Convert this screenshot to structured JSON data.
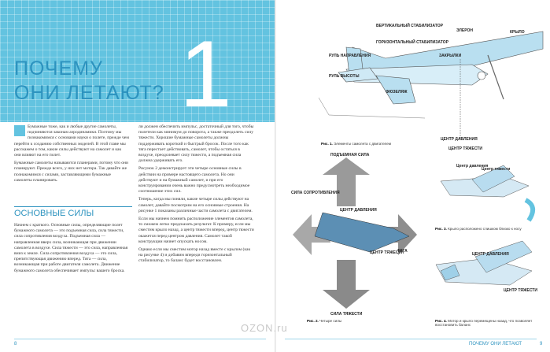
{
  "heading": {
    "line1": "ПОЧЕМУ",
    "line2": "ОНИ ЛЕТАЮТ?",
    "number": "1"
  },
  "intro": {
    "p1": "Бумажные тоже, как и любые другие самолеты, подчиняются законам аэродинамики. Поэтому мы познакомимся с основами науки о полете, прежде чем перейти к созданию собственных моделей. В этой главе мы расскажем о том, какие силы действуют на самолет и как они влияют на его полет.",
    "p2": "Бумажные самолеты называются планерами, потому что они планируют. Прежде всего, у них нет мотора. Так давайте же познакомимся с силами, заставляющими бумажные самолеты планировать."
  },
  "section_title": "ОСНОВНЫЕ СИЛЫ",
  "col2": "Начнем с краткого. Основные силы, определяющие полет бумажного самолета — это подъемная сила, сила тяжести, сила сопротивления воздуха. Подъемная сила — направленная вверх сила, возникающая при движении самолета в воздухе. Сила тяжести — это сила, направленная вниз к земле. Сила сопротивления воздуха — это сила, препятствующая движению вперед. Тяга — сила, возникающая при работе двигателя самолета. Движение бумажного самолета обеспечивает импульс вашего броска.",
  "col3": {
    "p1": "ли должен обеспечить импульс, достаточный для того, чтобы полетели как минимум до поворота, а также преодолеть силу тяжести. Хорошие бумажные самолеты должны поддерживать короткий и быстрый бросок. После того как тяга перестает действовать, самолет, чтобы остаться в воздухе, преодолевает силу тяжести, а подъемная сила должна удерживать его.",
    "p2": "Рисунок 2 демонстрирует эти четыре основные силы в действии на примере настоящего самолета. Но они действуют и на бумажный самолет, и при его конструировании очень важно предусмотреть необходимое соотношение этих сил.",
    "p3": "Теперь, когда мы поняли, какие четыре силы действуют на самолет, давайте посмотрим на его основные строения. На рисунке 1 показаны различные части самолета с двигателем.",
    "p4": "Если мы начнем помнить расположение элементов самолета, то сможем легко предсказать результат. К примеру, если мы сместим крыло назад, а центр тяжести вперед, центр тяжести окажется перед центром давления. Самолет такой конструкции начнет опускать носом.",
    "p5": "Однако если мы сместим мотор назад вместе с крылом (как на рисунке 4) и добавим впереди горизонтальный стабилизатор, то баланс будет восстановлен."
  },
  "fig1": {
    "labels": [
      "ВЕРТИКАЛЬНЫЙ СТАБИЛИЗАТОР",
      "ГОРИЗОНТАЛЬНЫЙ СТАБИЛИЗАТОР",
      "РУЛЬ НАПРАВЛЕНИЯ",
      "РУЛЬ ВЫСОТЫ",
      "ЭЛЕРОН",
      "КРЫЛО",
      "ЗАКРЫЛКИ",
      "ФЮЗЕЛЯЖ",
      "ЦЕНТР ДАВЛЕНИЯ",
      "ЦЕНТР ТЯЖЕСТИ"
    ],
    "caption_num": "Рис. 1.",
    "caption": "Элементы самолета с двигателем"
  },
  "fig2": {
    "lift": "ПОДЪЕМНАЯ СИЛА",
    "drag": "СИЛА СОПРОТИВЛЕНИЯ",
    "thrust": "ТЯГА",
    "gravity": "СИЛА ТЯЖЕСТИ",
    "cp": "ЦЕНТР ДАВЛЕНИЯ",
    "cg": "ЦЕНТР ТЯЖЕСТИ",
    "caption_num": "Рис. 2.",
    "caption": "Четыре силы"
  },
  "fig3": {
    "cp": "Центр давления",
    "cg": "Центр тяжести",
    "caption_num": "Рис. 3.",
    "caption": "Крыло расположено слишком близко к носу"
  },
  "fig4": {
    "cp": "ЦЕНТР ДАВЛЕНИЯ",
    "cg": "ЦЕНТР ТЯЖЕСТИ",
    "caption_num": "Рис. 4.",
    "caption": "Мотор и крыло перемещены назад, что позволяет восстановить баланс"
  },
  "folio_left": "8",
  "folio_right_text": "ПОЧЕМУ ОНИ ЛЕТАЮТ",
  "folio_right": "9",
  "watermark": "OZON.ru",
  "colors": {
    "accent": "#2d93bf",
    "grid": "#63c3e0"
  }
}
